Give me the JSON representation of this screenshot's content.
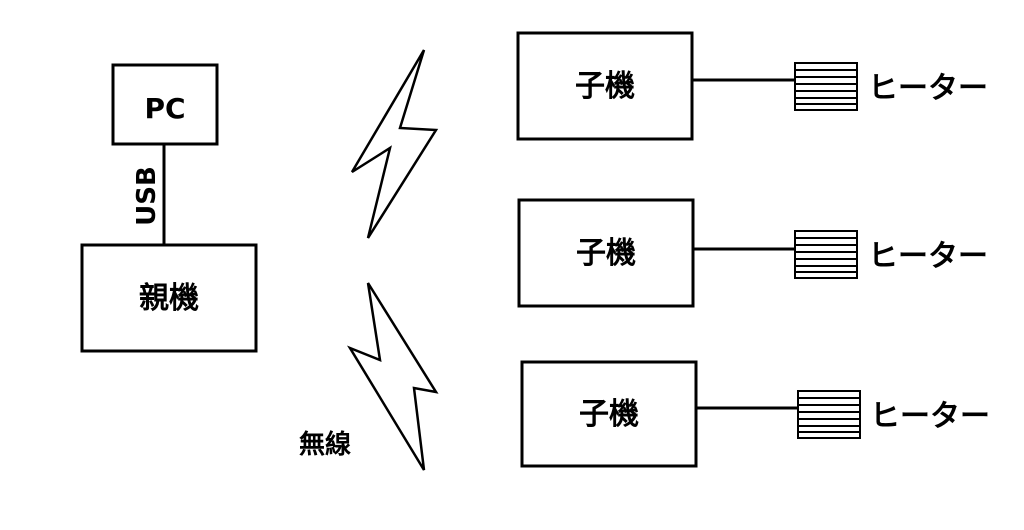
{
  "pc": {
    "label": "PC"
  },
  "link": {
    "label": "USB"
  },
  "parent": {
    "label": "親機"
  },
  "wireless": {
    "label": "無線"
  },
  "children": [
    {
      "label": "子機",
      "device": {
        "label": "ヒーター",
        "icon": "heater-icon"
      }
    },
    {
      "label": "子機",
      "device": {
        "label": "ヒーター",
        "icon": "heater-icon"
      }
    },
    {
      "label": "子機",
      "device": {
        "label": "ヒーター",
        "icon": "heater-icon"
      }
    }
  ],
  "colors": {
    "line": "#000000",
    "fill": "#ffffff"
  }
}
